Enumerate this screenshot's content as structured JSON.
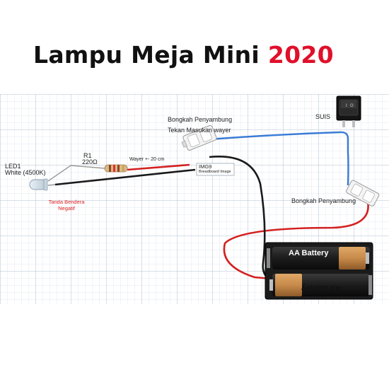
{
  "title": {
    "main": "Lampu Meja Mini",
    "year": "2020"
  },
  "labels": {
    "connector_top_line1": "Bongkah Penyambung",
    "connector_top_line2": "Tekan Masukan wayer",
    "switch": "SUIS",
    "connector_right": "Bongkah Penyambung",
    "led_name": "LED1",
    "led_type": "White (4500K)",
    "resistor_name": "R1",
    "resistor_value": "220Ω",
    "wire_note": "Wayer +- 20 cm",
    "flag_note_line1": "Tanda Bendera",
    "flag_note_line2": "Negatif",
    "img_tag": "IMG9",
    "img_tag_sub": "Breadboard Image",
    "battery_label_1": "AA Battery",
    "battery_label_2": "AA Battery"
  },
  "colors": {
    "title_text": "#111111",
    "title_year": "#e0102a",
    "wire_red": "#d42020",
    "wire_black": "#1a1a1a",
    "wire_blue": "#3a7bd5",
    "battery_gold": "#c78a4a"
  }
}
